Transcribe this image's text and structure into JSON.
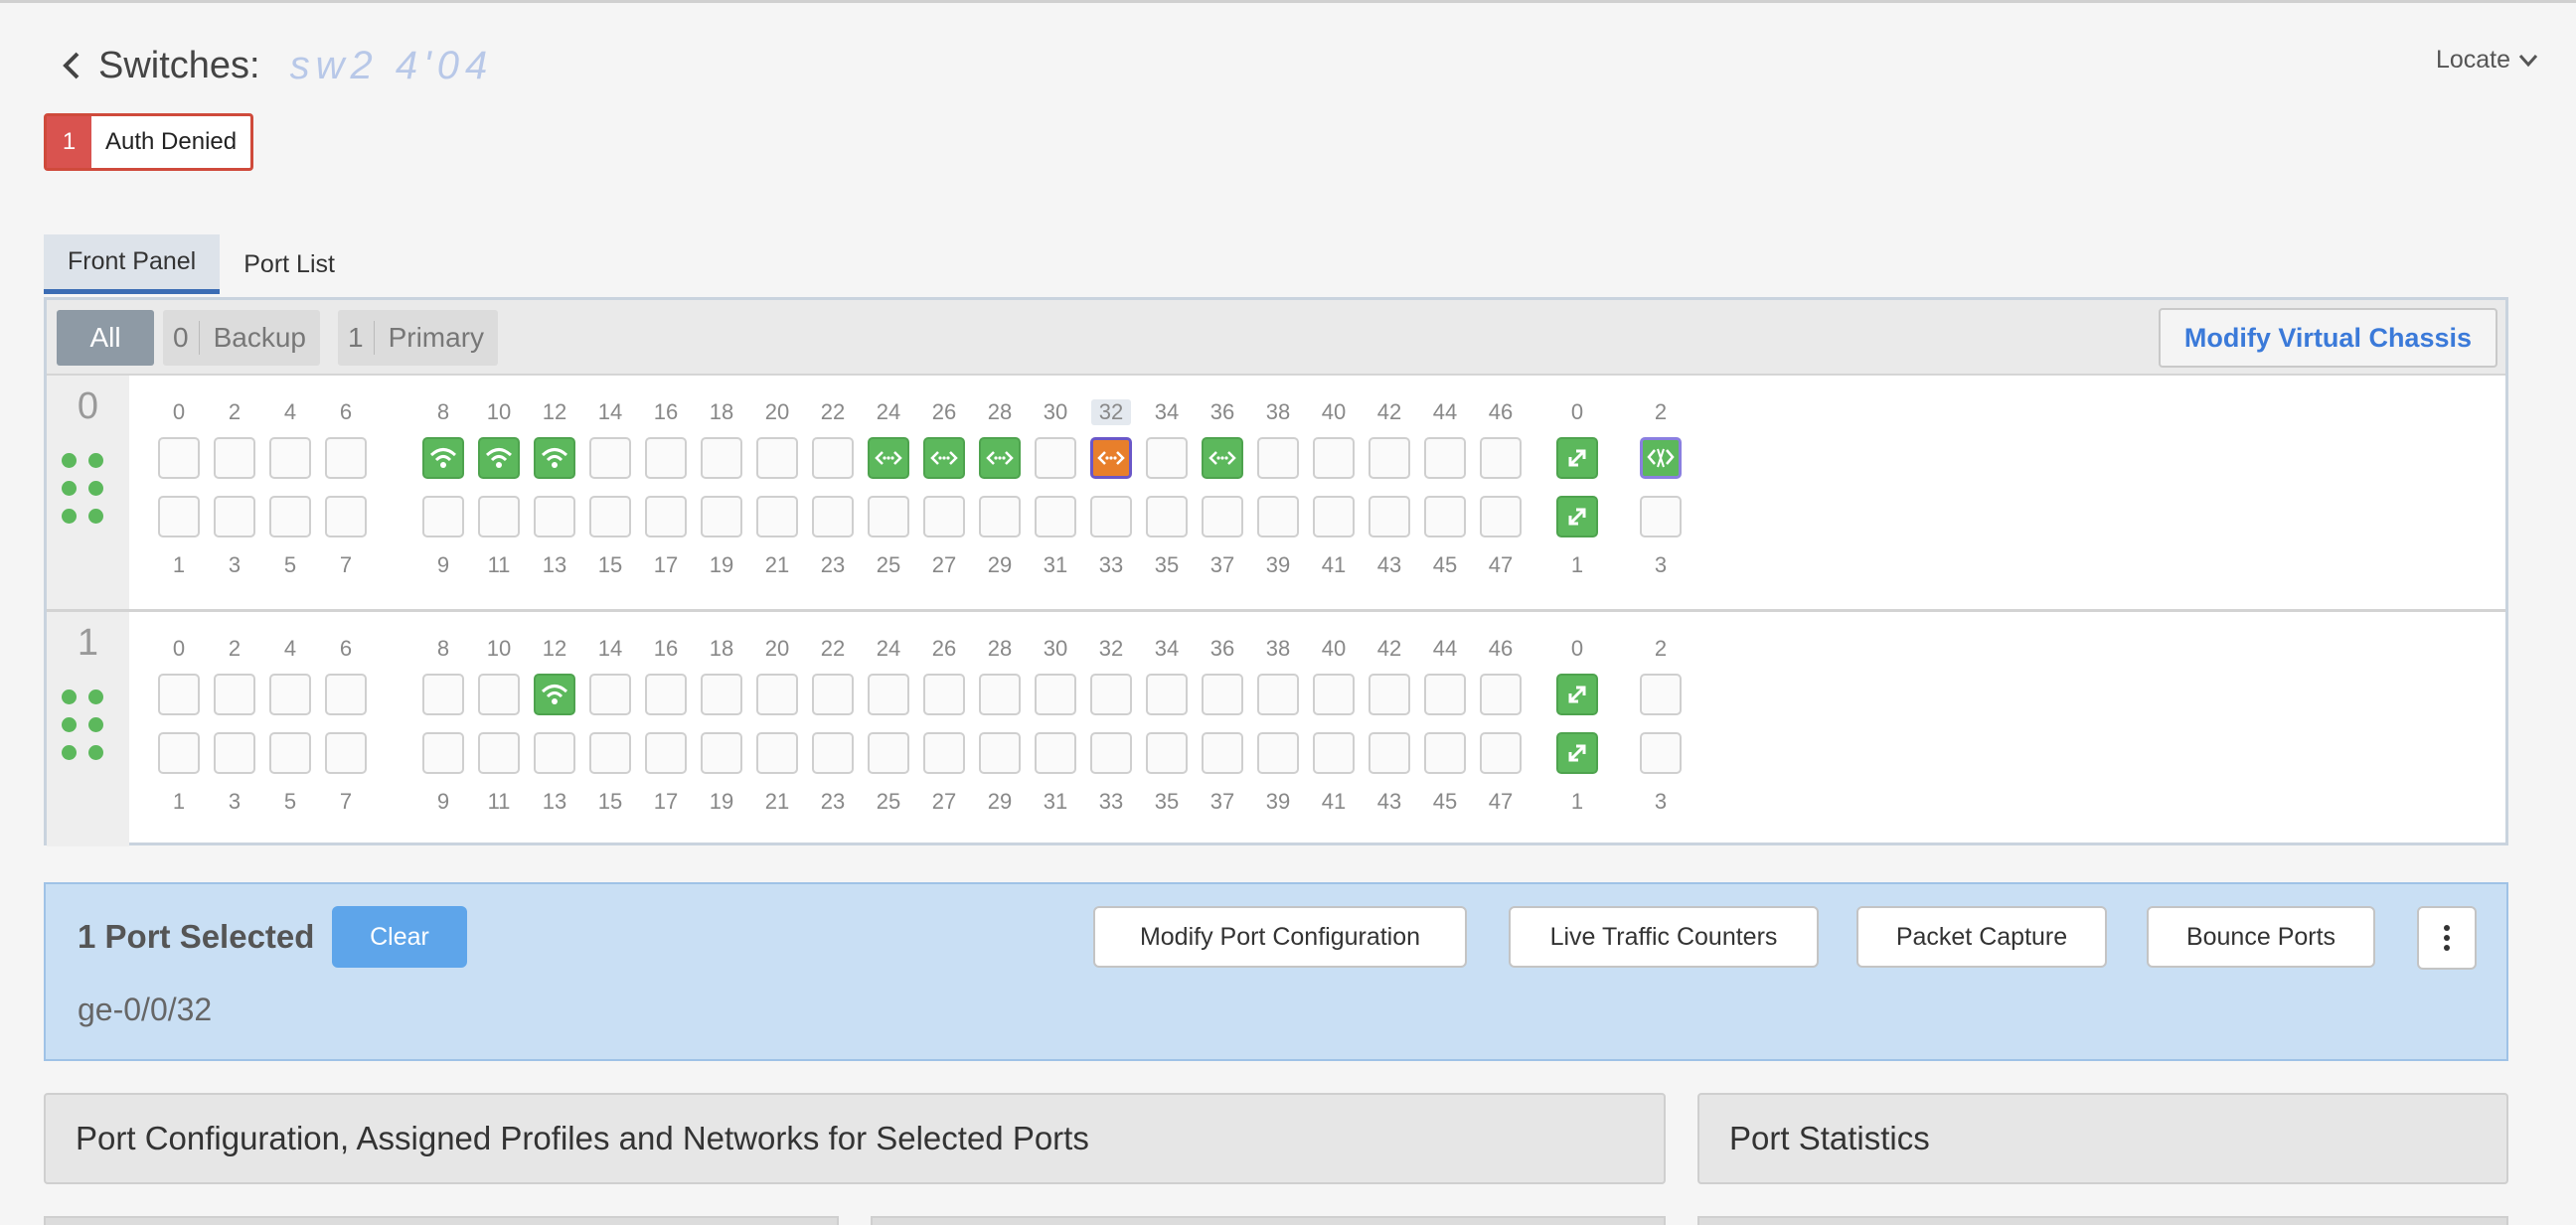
{
  "header": {
    "title": "Switches:",
    "hostname": "sw2 4'04",
    "locate": "Locate"
  },
  "alert": {
    "count": "1",
    "label": "Auth Denied"
  },
  "tabs": [
    {
      "label": "Front Panel",
      "active": true
    },
    {
      "label": "Port List",
      "active": false
    }
  ],
  "filters": {
    "all": "All",
    "backup": {
      "count": "0",
      "label": "Backup"
    },
    "primary": {
      "count": "1",
      "label": "Primary"
    }
  },
  "modify_vc": "Modify Virtual Chassis",
  "colors": {
    "port_up": "#5cb85c",
    "port_selected": "#e87f2b",
    "accent": "#3b7ad9",
    "alert": "#d9534f"
  },
  "members": [
    {
      "number": "0",
      "ports": {
        "up_wifi": [
          8,
          10,
          12
        ],
        "up_ethernet": [
          24,
          26,
          28,
          36
        ],
        "selected": [
          32
        ]
      },
      "uplinks": {
        "up": [
          0,
          1
        ],
        "boxed": [
          2
        ]
      }
    },
    {
      "number": "1",
      "ports": {
        "up_wifi": [
          12
        ],
        "up_ethernet": [],
        "selected": []
      },
      "uplinks": {
        "up": [
          0,
          1
        ],
        "boxed": []
      }
    }
  ],
  "selection": {
    "count_label": "1 Port Selected",
    "clear": "Clear",
    "port": "ge-0/0/32",
    "actions": [
      "Modify Port Configuration",
      "Live Traffic Counters",
      "Packet Capture",
      "Bounce Ports"
    ]
  },
  "sections": {
    "config": "Port Configuration, Assigned Profiles and Networks for Selected Ports",
    "stats": "Port Statistics"
  }
}
